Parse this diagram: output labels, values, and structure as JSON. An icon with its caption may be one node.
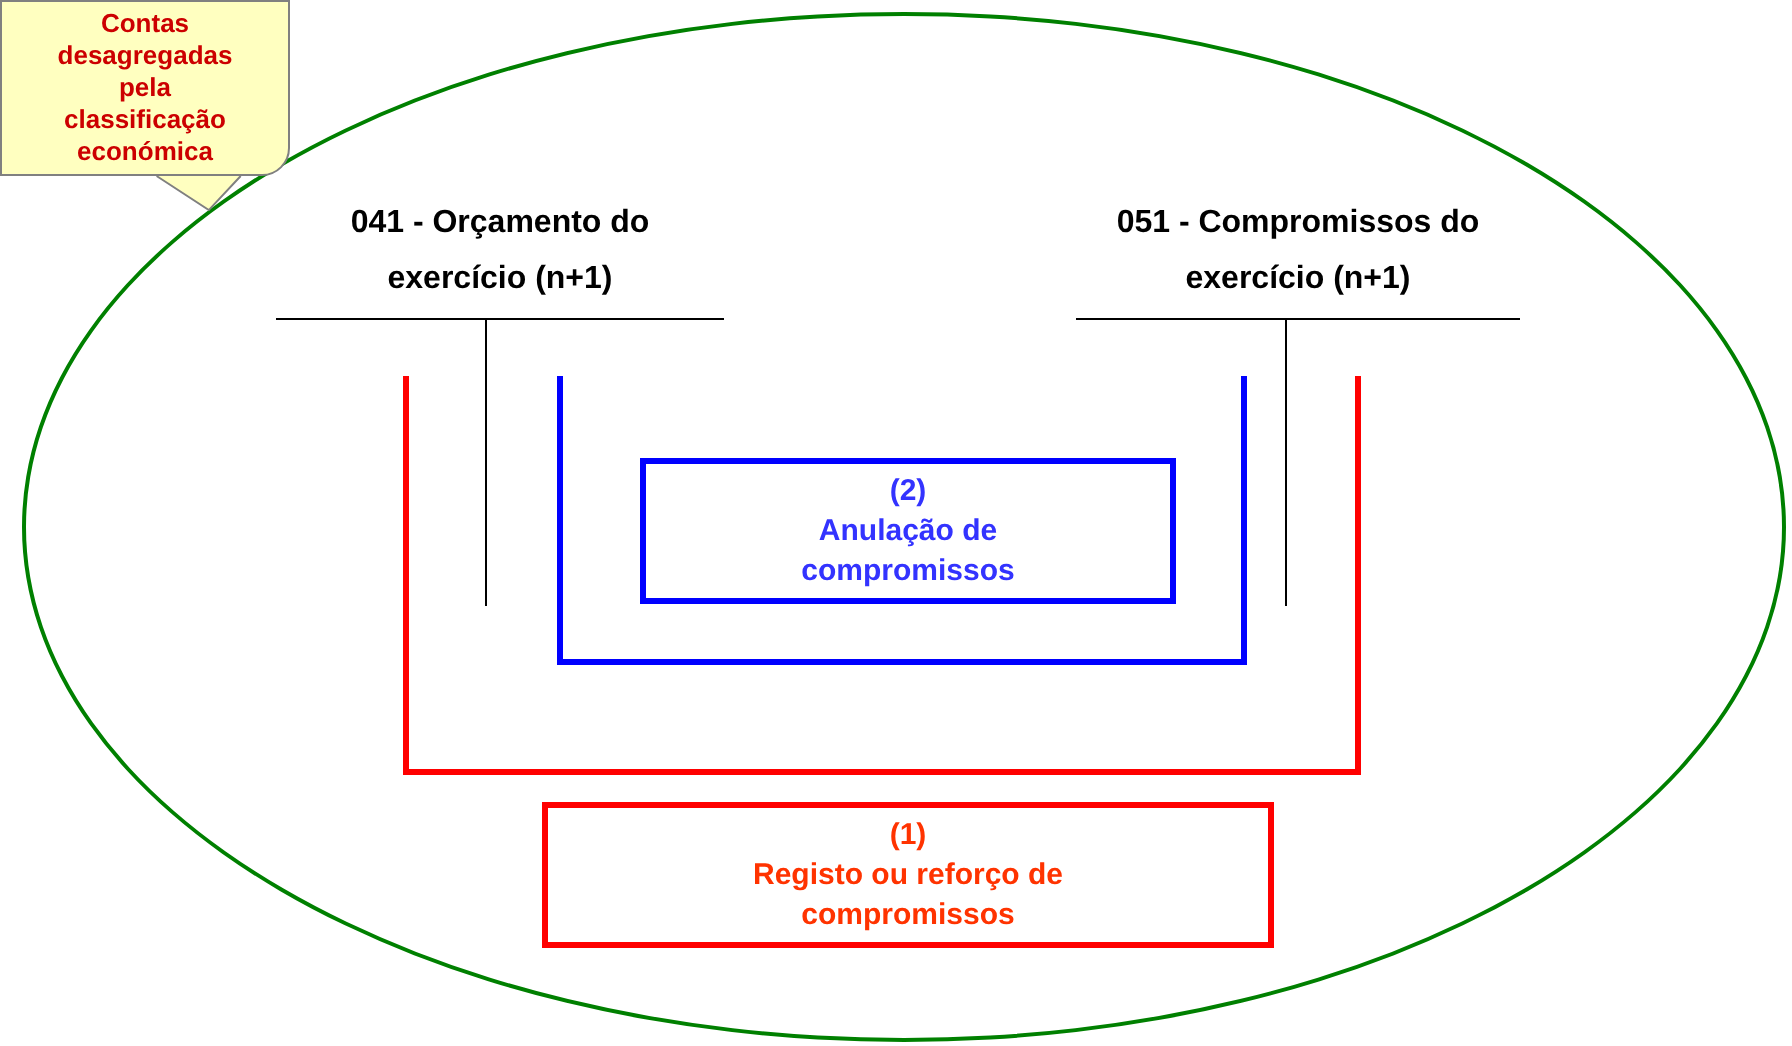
{
  "diagram": {
    "nodes": [
      {
        "text": [],
        "shape": "ellipse"
      },
      {
        "text": [
          "Contas desagregadas pela classificação económica"
        ]
      },
      {
        "text": [
          "041 - Orçamento do exercício (n+1)"
        ],
        "in": 0
      },
      {
        "text": [
          "051 - Compromissos do exercício (n+1)"
        ],
        "in": 0
      },
      {
        "text": [
          "(2)",
          "Anulação de compromissos"
        ],
        "in": 0
      },
      {
        "text": [
          "(1)",
          "Registo ou reforço de compromissos"
        ],
        "in": 0
      }
    ],
    "edges": [
      {
        "from": 1,
        "to": 0,
        "arrow": "none",
        "color": "#808080"
      },
      {
        "from": 2,
        "to": 3,
        "arrow": "none",
        "color": "#ff0000"
      },
      {
        "from": 2,
        "to": 3,
        "arrow": "none",
        "color": "#0000ff"
      }
    ]
  }
}
